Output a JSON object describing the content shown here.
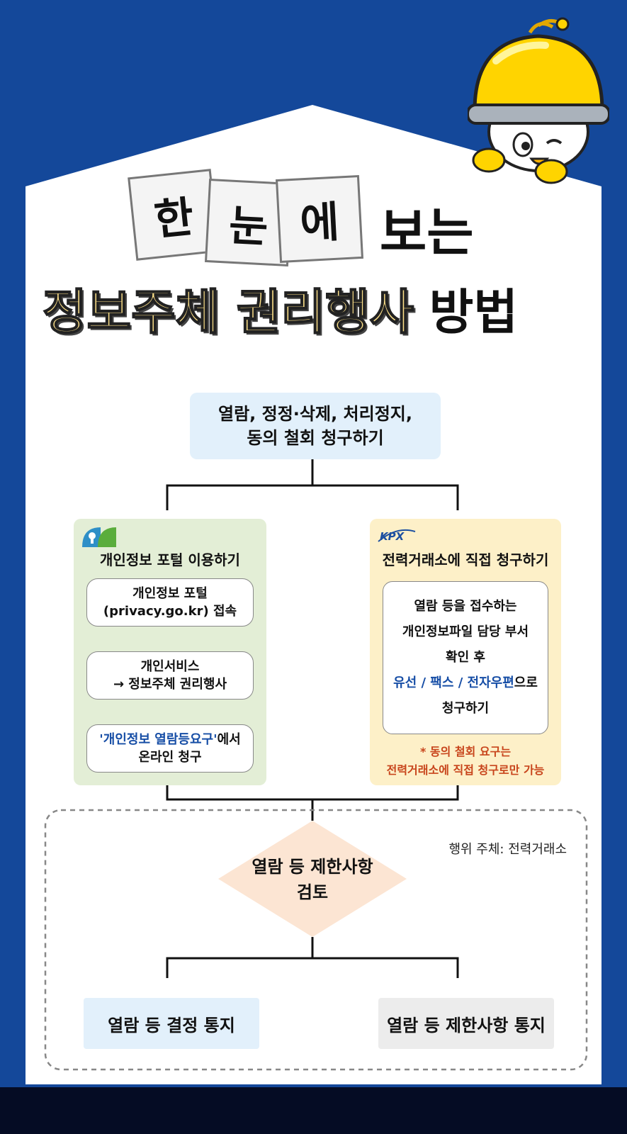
{
  "title": {
    "chars": [
      "한",
      "눈",
      "에"
    ],
    "line1_tail": "보는",
    "line2_highlight": "정보주체 권리행사",
    "line2_tail": "방법"
  },
  "top_box": {
    "line1": "열람, 정정·삭제, 처리정지,",
    "line2": "동의 철회 청구하기"
  },
  "left_panel": {
    "title": "개인정보 포털 이용하기",
    "step1": {
      "line1": "개인정보 포털",
      "line2": "(privacy.go.kr) 접속"
    },
    "step2": {
      "line1": "개인서비스",
      "line2": "→ 정보주체 권리행사"
    },
    "step3": {
      "highlight": "'개인정보 열람등요구'",
      "tail": "에서",
      "line2": "온라인 청구"
    }
  },
  "right_panel": {
    "logo_text": "KPX",
    "title": "전력거래소에 직접 청구하기",
    "card": {
      "line1": "열람 등을 접수하는",
      "line2": "개인정보파일 담당 부서",
      "line3": "확인 후",
      "line4_highlight": "유선 / 팩스 / 전자우편",
      "line4_tail": "으로",
      "line5": "청구하기"
    },
    "note_line1": "* 동의 철회 요구는",
    "note_line2": "전력거래소에 직접 청구로만 가능"
  },
  "bottom_section": {
    "actor_label": "행위 주체: 전력거래소",
    "diamond": {
      "line1": "열람 등 제한사항",
      "line2": "검토"
    },
    "result_left": "열람 등 결정 통지",
    "result_right": "열람 등 제한사항 통지"
  },
  "colors": {
    "background": "#14489a",
    "footer": "#050c24",
    "top_box": "#e2f0fb",
    "left_panel": "#e3eed6",
    "right_panel": "#fdf0c8",
    "diamond": "#fce5d3",
    "result_left": "#e2f0fb",
    "result_right": "#ececec",
    "highlight_blue": "#174ea6",
    "note_red": "#c8451c",
    "title_yellow": "#ffe28a"
  }
}
